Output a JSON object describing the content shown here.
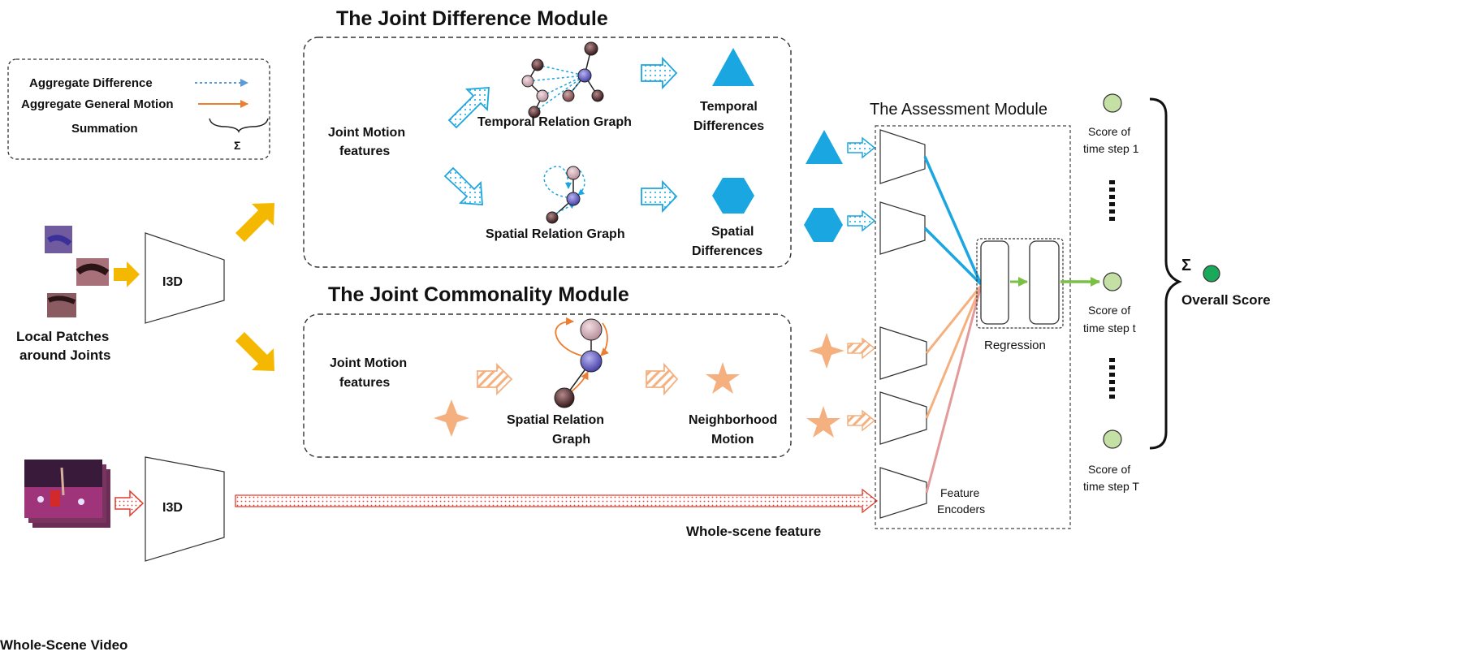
{
  "legend": {
    "aggregate_difference": "Aggregate Difference",
    "aggregate_general_motion": "Aggregate General Motion",
    "summation": "Summation",
    "sigma": "Σ"
  },
  "inputs": {
    "local_patches_line1": "Local Patches",
    "local_patches_line2": "around Joints",
    "whole_scene_video": "Whole-Scene Video",
    "i3d_top": "I3D",
    "i3d_bottom": "I3D"
  },
  "difference_module": {
    "title": "The Joint Difference Module",
    "joint_motion_line1": "Joint Motion",
    "joint_motion_line2": "features",
    "temporal_graph": "Temporal Relation Graph",
    "spatial_graph": "Spatial Relation Graph",
    "temporal_diff_line1": "Temporal",
    "temporal_diff_line2": "Differences",
    "spatial_diff_line1": "Spatial",
    "spatial_diff_line2": "Differences"
  },
  "commonality_module": {
    "title": "The Joint Commonality Module",
    "joint_motion_line1": "Joint Motion",
    "joint_motion_line2": "features",
    "spatial_graph_line1": "Spatial Relation",
    "spatial_graph_line2": "Graph",
    "neighborhood_line1": "Neighborhood",
    "neighborhood_line2": "Motion"
  },
  "assessment_module": {
    "title": "The Assessment Module",
    "regression": "Regression",
    "feature_encoders_line1": "Feature",
    "feature_encoders_line2": "Encoders",
    "whole_scene_feature": "Whole-scene feature"
  },
  "scores": {
    "step1_line1": "Score of",
    "step1_line2": "time step 1",
    "stept_line1": "Score of",
    "stept_line2": "time step t",
    "stepT_line1": "Score of",
    "stepT_line2": "time step T",
    "sigma": "Σ",
    "overall": "Overall Score"
  },
  "colors": {
    "blue": "#1aa6e0",
    "orange": "#f5b07f",
    "yellow": "#f5b800",
    "red": "#e03c2c",
    "green": "#7ac143",
    "score_node": "#c5e0a5",
    "overall_node": "#1aa85a"
  }
}
